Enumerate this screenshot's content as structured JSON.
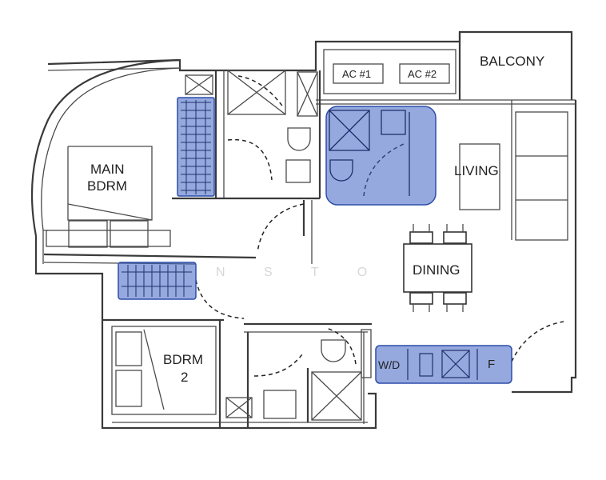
{
  "rooms": {
    "balcony": "BALCONY",
    "ac1": "AC #1",
    "ac2": "AC #2",
    "living": "LIVING",
    "dining": "DINING",
    "main_bdrm_line1": "MAIN",
    "main_bdrm_line2": "BDRM",
    "bdrm2_line1": "BDRM",
    "bdrm2_line2": "2",
    "wd": "W/D",
    "fridge": "F"
  },
  "watermark": "N S T O N   H",
  "colors": {
    "highlight": "#3f63c4",
    "walls": "#3a3a3a"
  }
}
